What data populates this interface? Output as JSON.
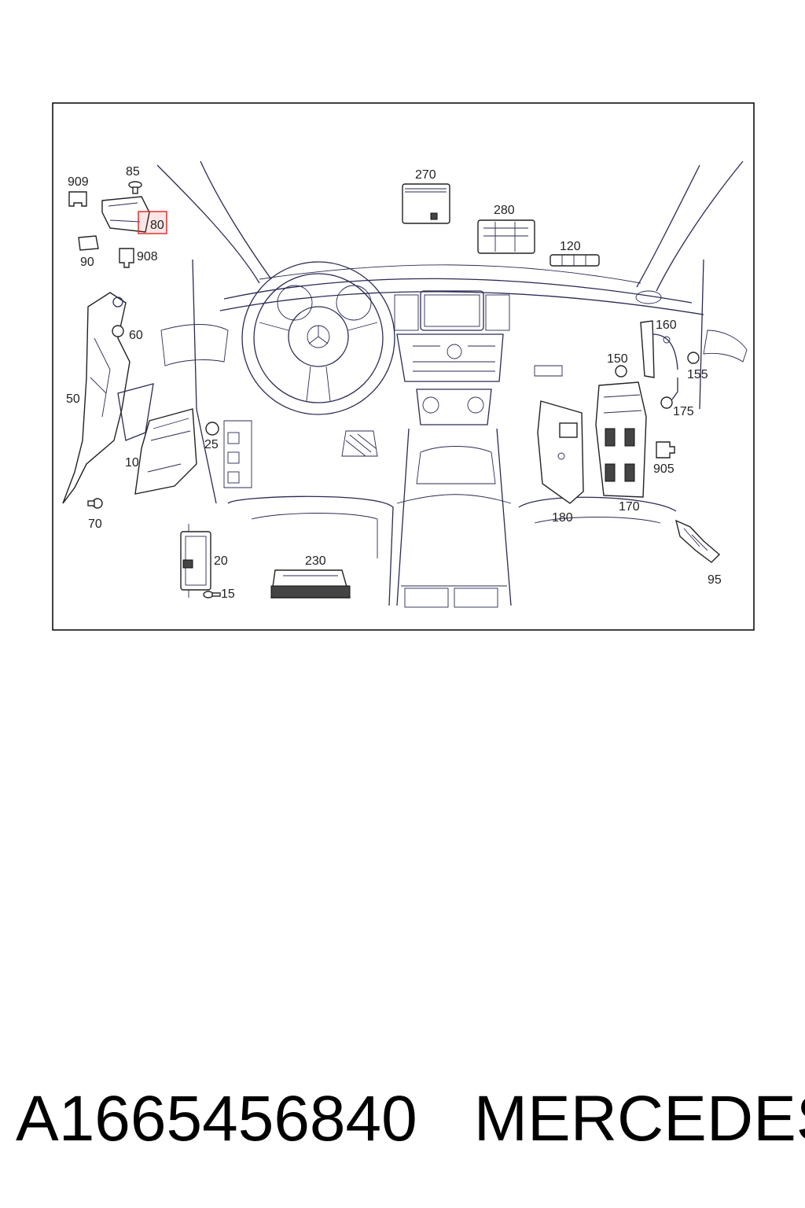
{
  "diagram": {
    "callouts": [
      {
        "id": "c909",
        "label": "909"
      },
      {
        "id": "c85",
        "label": "85"
      },
      {
        "id": "c80",
        "label": "80"
      },
      {
        "id": "c90",
        "label": "90"
      },
      {
        "id": "c908",
        "label": "908"
      },
      {
        "id": "c270",
        "label": "270"
      },
      {
        "id": "c280",
        "label": "280"
      },
      {
        "id": "c120",
        "label": "120"
      },
      {
        "id": "c60",
        "label": "60"
      },
      {
        "id": "c50",
        "label": "50"
      },
      {
        "id": "c10",
        "label": "10"
      },
      {
        "id": "c25",
        "label": "25"
      },
      {
        "id": "c70",
        "label": "70"
      },
      {
        "id": "c20",
        "label": "20"
      },
      {
        "id": "c15",
        "label": "15"
      },
      {
        "id": "c230",
        "label": "230"
      },
      {
        "id": "c160",
        "label": "160"
      },
      {
        "id": "c150",
        "label": "150"
      },
      {
        "id": "c155",
        "label": "155"
      },
      {
        "id": "c175",
        "label": "175"
      },
      {
        "id": "c905",
        "label": "905"
      },
      {
        "id": "c180",
        "label": "180"
      },
      {
        "id": "c170",
        "label": "170"
      },
      {
        "id": "c95",
        "label": "95"
      }
    ],
    "highlighted_callout": "80",
    "highlight_color": "#e03030"
  },
  "footer": {
    "part_number": "A1665456840",
    "brand": "MERCEDES"
  }
}
